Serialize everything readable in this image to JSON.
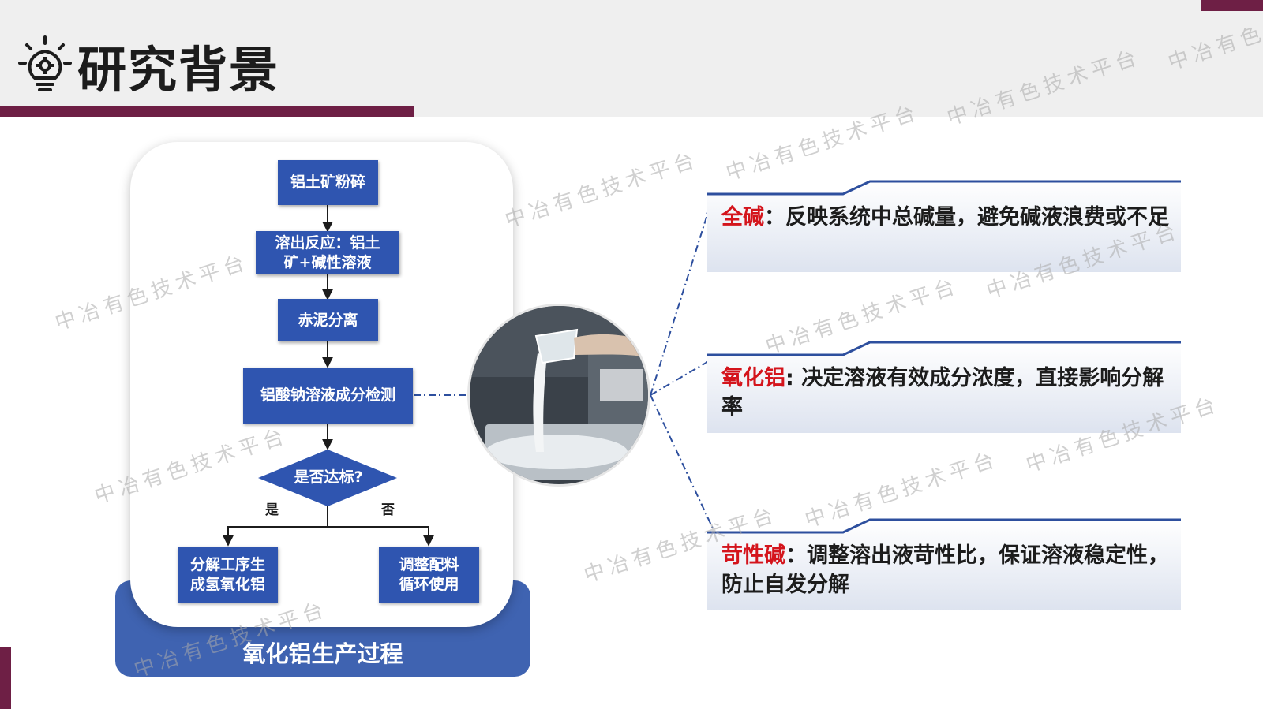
{
  "header": {
    "title": "研究背景",
    "icon": "lightbulb-gear-icon"
  },
  "flowchart": {
    "section_label": "氧化铝生产过程",
    "steps": [
      "铝土矿粉碎",
      "溶出反应：铝土矿+碱性溶液",
      "赤泥分离",
      "铝酸钠溶液成分检测"
    ],
    "decision": "是否达标?",
    "yes_label": "是",
    "no_label": "否",
    "yes_outcome": "分解工序生成氢氧化铝",
    "no_outcome": "调整配料循环使用"
  },
  "photo": {
    "subject": "pouring-liquid-photo"
  },
  "metrics": [
    {
      "keyword": "全碱",
      "separator": "：",
      "description": "反映系统中总碱量，避免碱液浪费或不足"
    },
    {
      "keyword": "氧化铝",
      "separator": ": ",
      "description": "决定溶液有效成分浓度，直接影响分解率"
    },
    {
      "keyword": "苛性碱",
      "separator": "：",
      "description": "调整溶出液苛性比，保证溶液稳定性，防止自发分解"
    }
  ],
  "watermark": {
    "text": "中冶有色技术平台"
  },
  "colors": {
    "accent": "#6e1f45",
    "flow_blue": "#2f55b0",
    "panel_blue": "#3f63b1",
    "keyword_red": "#d4141c",
    "card_line": "#2d4f9e"
  }
}
